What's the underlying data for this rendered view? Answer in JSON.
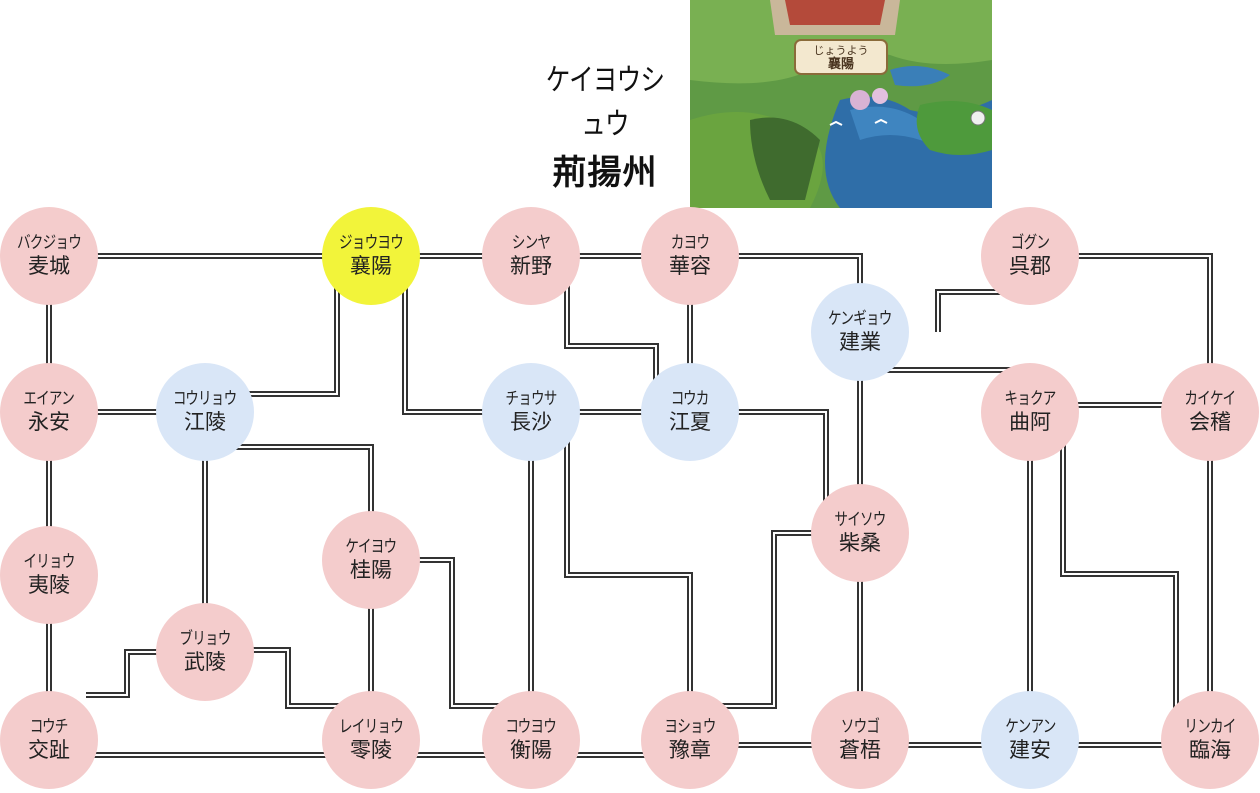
{
  "region": {
    "kana": "ケイヨウシュウ",
    "kanji": "荊揚州"
  },
  "map_labels": {
    "kana": "じょうよう",
    "kanji": "襄陽"
  },
  "colors": {
    "pink": "#f4cccc",
    "blue": "#d9e6f7",
    "yellow": "#f2f43a",
    "line": "#333333"
  },
  "cities": [
    {
      "id": "bakujo",
      "kana": "バクジョウ",
      "kanji": "麦城",
      "color": "pink"
    },
    {
      "id": "joyo",
      "kana": "ジョウヨウ",
      "kanji": "襄陽",
      "color": "yellow"
    },
    {
      "id": "shinya",
      "kana": "シンヤ",
      "kanji": "新野",
      "color": "pink"
    },
    {
      "id": "kayo",
      "kana": "カヨウ",
      "kanji": "華容",
      "color": "pink"
    },
    {
      "id": "gogun",
      "kana": "ゴグン",
      "kanji": "呉郡",
      "color": "pink"
    },
    {
      "id": "kengyo",
      "kana": "ケンギョウ",
      "kanji": "建業",
      "color": "blue"
    },
    {
      "id": "eian",
      "kana": "エイアン",
      "kanji": "永安",
      "color": "pink"
    },
    {
      "id": "koryo",
      "kana": "コウリョウ",
      "kanji": "江陵",
      "color": "blue"
    },
    {
      "id": "chosa",
      "kana": "チョウサ",
      "kanji": "長沙",
      "color": "blue"
    },
    {
      "id": "koka",
      "kana": "コウカ",
      "kanji": "江夏",
      "color": "blue"
    },
    {
      "id": "kyokua",
      "kana": "キョクア",
      "kanji": "曲阿",
      "color": "pink"
    },
    {
      "id": "kaikei",
      "kana": "カイケイ",
      "kanji": "会稽",
      "color": "pink"
    },
    {
      "id": "iryo",
      "kana": "イリョウ",
      "kanji": "夷陵",
      "color": "pink"
    },
    {
      "id": "keiyo",
      "kana": "ケイヨウ",
      "kanji": "桂陽",
      "color": "pink"
    },
    {
      "id": "saiso",
      "kana": "サイソウ",
      "kanji": "柴桑",
      "color": "pink"
    },
    {
      "id": "buryo",
      "kana": "ブリョウ",
      "kanji": "武陵",
      "color": "pink"
    },
    {
      "id": "kochi",
      "kana": "コウチ",
      "kanji": "交趾",
      "color": "pink"
    },
    {
      "id": "reiryo",
      "kana": "レイリョウ",
      "kanji": "零陵",
      "color": "pink"
    },
    {
      "id": "koyo",
      "kana": "コウヨウ",
      "kanji": "衡陽",
      "color": "pink"
    },
    {
      "id": "yosho",
      "kana": "ヨショウ",
      "kanji": "豫章",
      "color": "pink"
    },
    {
      "id": "sogo",
      "kana": "ソウゴ",
      "kanji": "蒼梧",
      "color": "pink"
    },
    {
      "id": "kenan",
      "kana": "ケンアン",
      "kanji": "建安",
      "color": "blue"
    },
    {
      "id": "rinkai",
      "kana": "リンカイ",
      "kanji": "臨海",
      "color": "pink"
    }
  ]
}
